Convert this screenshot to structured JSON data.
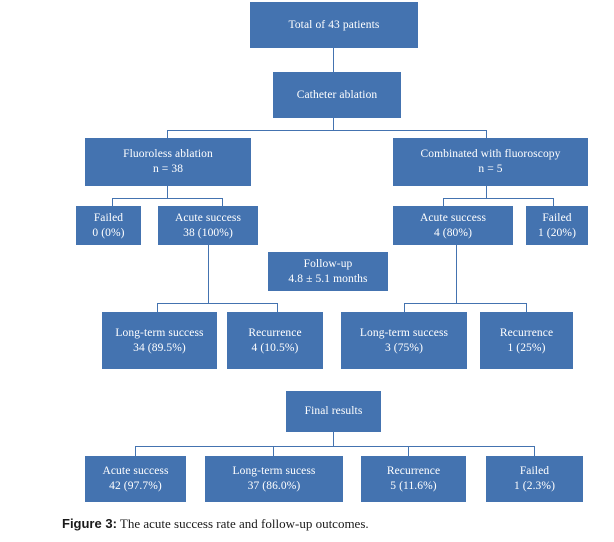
{
  "figure": {
    "label": "Figure 3:",
    "caption": " The acute success rate and follow-up outcomes."
  },
  "colors": {
    "node_fill": "#4473b0",
    "node_text": "#ffffff",
    "connector": "#4473b0",
    "background": "#ffffff"
  },
  "chart_data": {
    "type": "diagram",
    "title": "The acute success rate and follow-up outcomes",
    "nodes": [
      {
        "id": "total",
        "line1": "Total of 43 patients",
        "line2": ""
      },
      {
        "id": "catheter",
        "line1": "Catheter ablation",
        "line2": ""
      },
      {
        "id": "fluoroless",
        "line1": "Fluoroless ablation",
        "line2": "n = 38"
      },
      {
        "id": "combinated",
        "line1": "Combinated with fluoroscopy",
        "line2": "n = 5"
      },
      {
        "id": "failed_left",
        "line1": "Failed",
        "line2": "0 (0%)"
      },
      {
        "id": "acute_left",
        "line1": "Acute success",
        "line2": "38 (100%)"
      },
      {
        "id": "acute_right",
        "line1": "Acute success",
        "line2": "4 (80%)"
      },
      {
        "id": "failed_right",
        "line1": "Failed",
        "line2": "1 (20%)"
      },
      {
        "id": "followup",
        "line1": "Follow-up",
        "line2": "4.8 ± 5.1 months"
      },
      {
        "id": "lts_left",
        "line1": "Long-term success",
        "line2": "34 (89.5%)"
      },
      {
        "id": "rec_left",
        "line1": "Recurrence",
        "line2": "4 (10.5%)"
      },
      {
        "id": "lts_right",
        "line1": "Long-term success",
        "line2": "3 (75%)"
      },
      {
        "id": "rec_right",
        "line1": "Recurrence",
        "line2": "1 (25%)"
      },
      {
        "id": "final",
        "line1": "Final results",
        "line2": ""
      },
      {
        "id": "final_acute",
        "line1": "Acute success",
        "line2": "42 (97.7%)"
      },
      {
        "id": "final_lts",
        "line1": "Long-term sucess",
        "line2": "37 (86.0%)"
      },
      {
        "id": "final_rec",
        "line1": "Recurrence",
        "line2": "5 (11.6%)"
      },
      {
        "id": "final_failed",
        "line1": "Failed",
        "line2": "1 (2.3%)"
      }
    ],
    "edges": [
      {
        "from": "total",
        "to": "catheter"
      },
      {
        "from": "catheter",
        "to": "fluoroless"
      },
      {
        "from": "catheter",
        "to": "combinated"
      },
      {
        "from": "fluoroless",
        "to": "failed_left"
      },
      {
        "from": "fluoroless",
        "to": "acute_left"
      },
      {
        "from": "combinated",
        "to": "acute_right"
      },
      {
        "from": "combinated",
        "to": "failed_right"
      },
      {
        "from": "acute_left",
        "to": "lts_left"
      },
      {
        "from": "acute_left",
        "to": "rec_left"
      },
      {
        "from": "acute_right",
        "to": "lts_right"
      },
      {
        "from": "acute_right",
        "to": "rec_right"
      },
      {
        "from": "final",
        "to": "final_acute"
      },
      {
        "from": "final",
        "to": "final_lts"
      },
      {
        "from": "final",
        "to": "final_rec"
      },
      {
        "from": "final",
        "to": "final_failed"
      }
    ]
  }
}
